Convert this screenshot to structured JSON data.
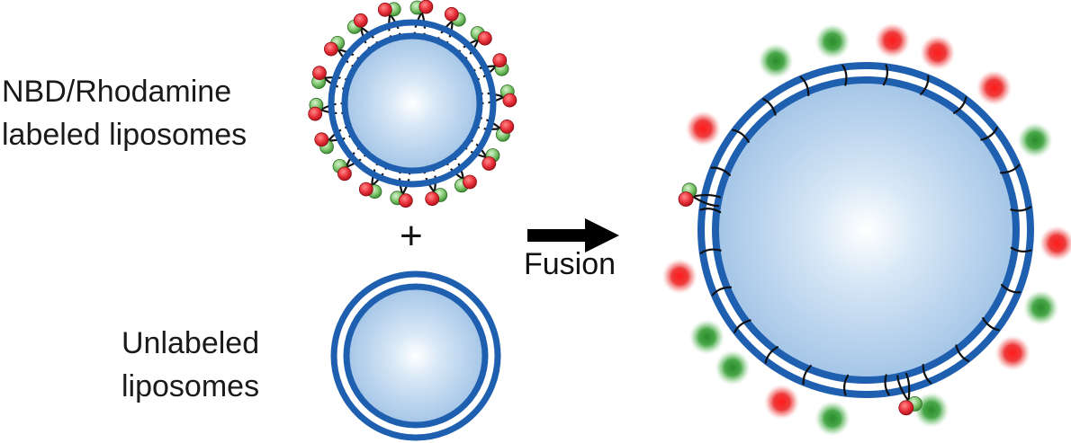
{
  "labels": {
    "labeled_line1": "NBD/Rhodamine",
    "labeled_line2": "labeled liposomes",
    "unlabeled_line1": "Unlabeled",
    "unlabeled_line2": "liposomes",
    "plus": "+",
    "fusion": "Fusion"
  },
  "colors": {
    "membrane": "#1f5fb0",
    "membrane_gap": "#ffffff",
    "lumen_center": "#eef5fc",
    "lumen_edge": "#9fc2e6",
    "nbd": "#3a9a3a",
    "rhodamine": "#e0242c",
    "lipid_tail": "#111111",
    "arrow": "#000000"
  },
  "icons": [
    "labeled-liposome",
    "unlabeled-liposome",
    "fused-liposome",
    "fusion-arrow-icon"
  ]
}
